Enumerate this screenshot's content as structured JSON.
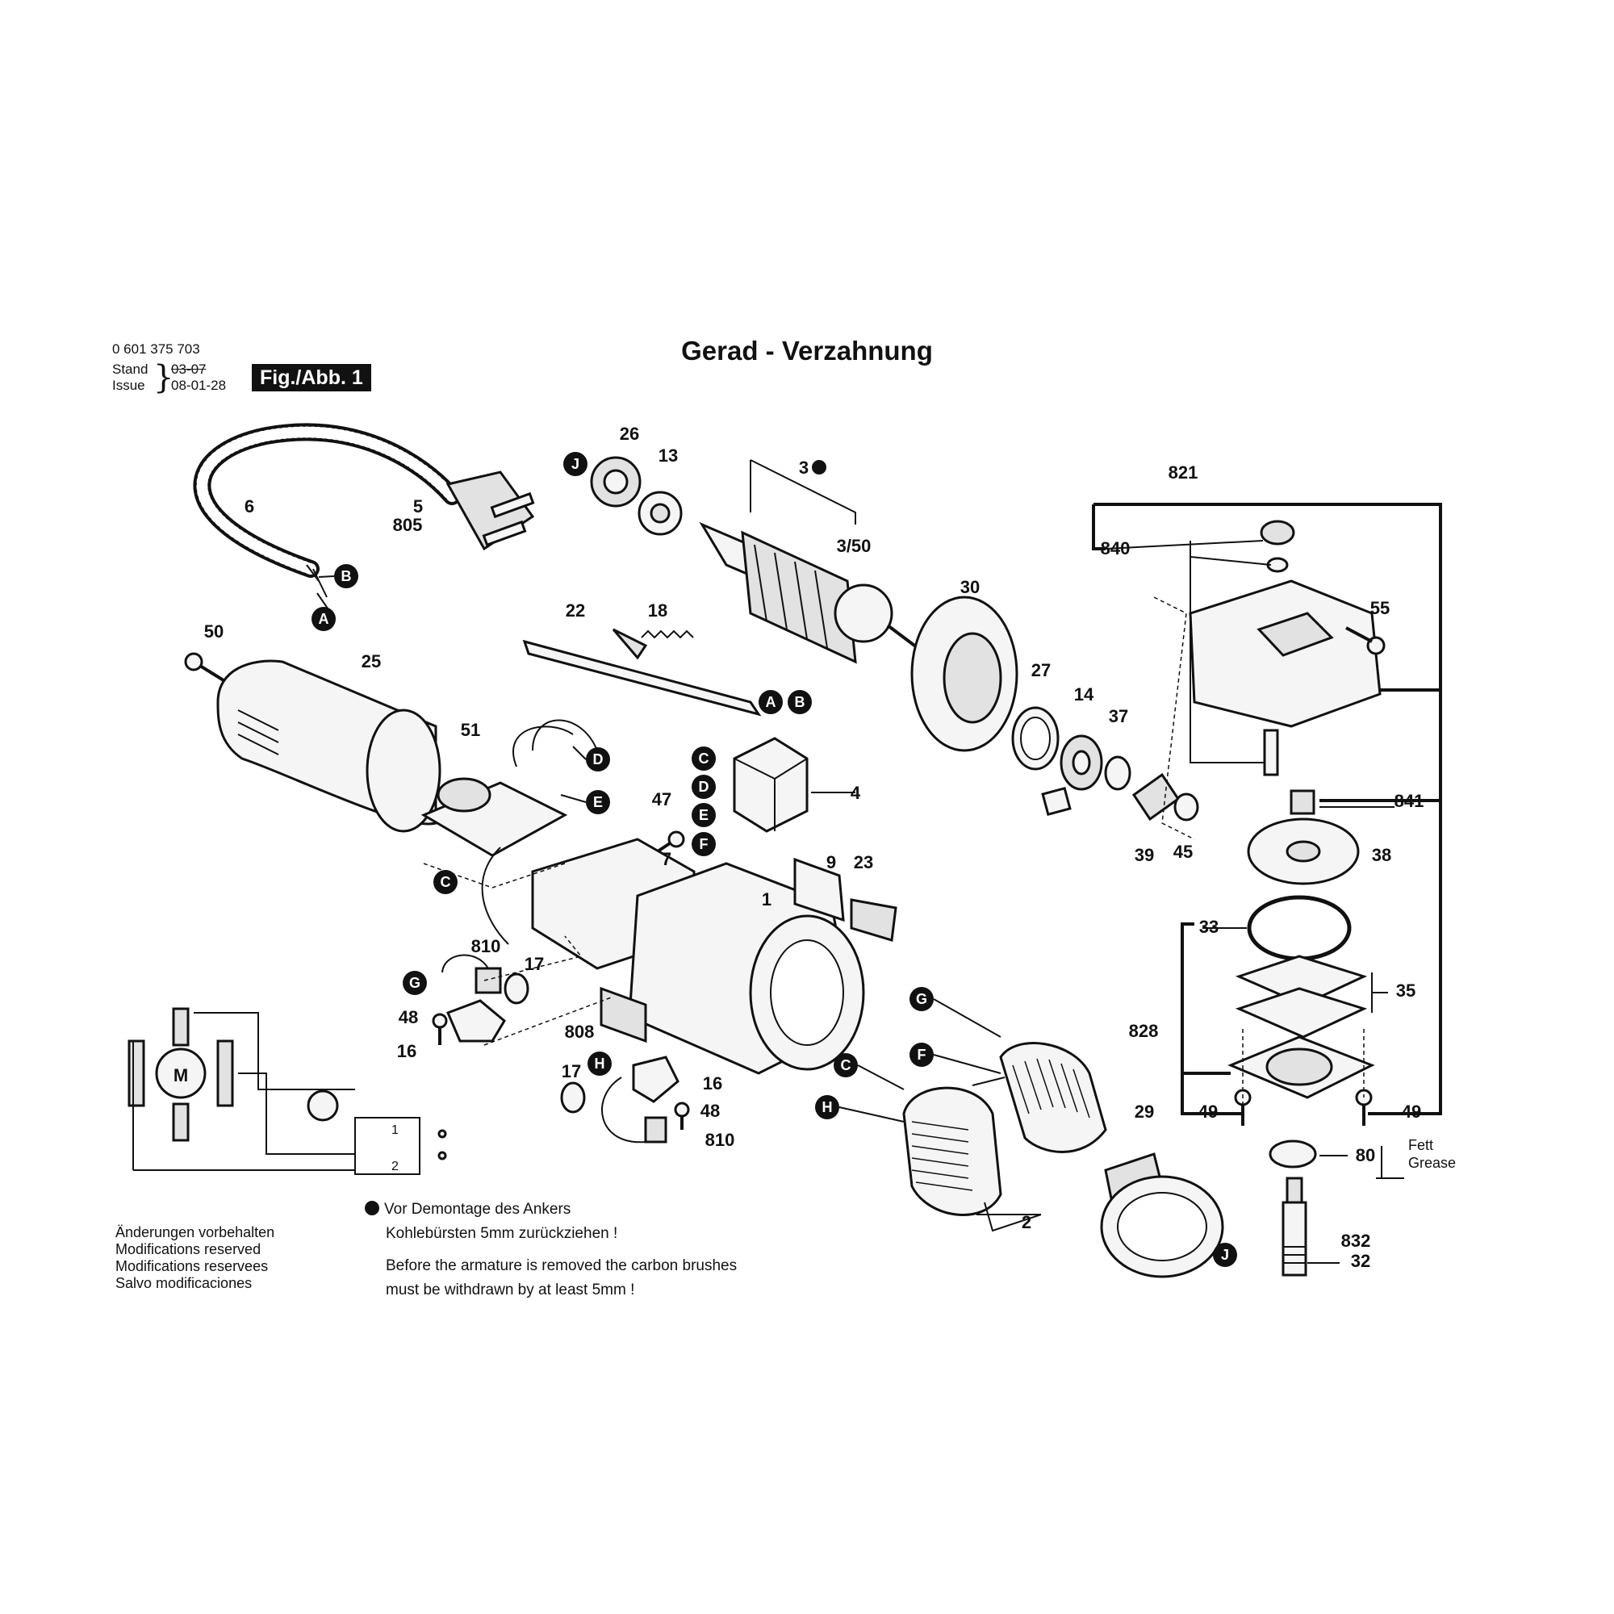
{
  "header": {
    "part_number": "0 601 375 703",
    "stand_label": "Stand",
    "stand_value": "03-07",
    "issue_label": "Issue",
    "issue_value": "08-01-28",
    "figure_badge": "Fig./Abb. 1"
  },
  "title": "Gerad - Verzahnung",
  "note": {
    "line1_de": "Vor Demontage des Ankers",
    "line2_de": "Kohlebürsten 5mm zurückziehen !",
    "line1_en": "Before the armature is removed the carbon brushes",
    "line2_en": "must be withdrawn by at least 5mm !"
  },
  "modifications": [
    "Änderungen vorbehalten",
    "Modifications reserved",
    "Modifications reservees",
    "Salvo modificaciones"
  ],
  "grease": {
    "de": "Fett",
    "en": "Grease"
  },
  "wiring": {
    "motor_letter": "M",
    "switch_1": "1",
    "switch_2": "2"
  },
  "part_labels": {
    "p26": "26",
    "p13": "13",
    "p3": "3",
    "p3_50": "3/50",
    "p6": "6",
    "p5": "5",
    "p805": "805",
    "p22": "22",
    "p18": "18",
    "p50": "50",
    "p25": "25",
    "p51": "51",
    "p30": "30",
    "p27": "27",
    "p14": "14",
    "p37": "37",
    "p39": "39",
    "p45": "45",
    "p4": "4",
    "p47": "47",
    "p7": "7",
    "p9": "9",
    "p23": "23",
    "p1": "1",
    "p810a": "810",
    "p17a": "17",
    "p48a": "48",
    "p16a": "16",
    "p808": "808",
    "p17b": "17",
    "p16b": "16",
    "p48b": "48",
    "p810b": "810",
    "p2": "2",
    "p29": "29",
    "p821": "821",
    "p840": "840",
    "p55": "55",
    "p841": "841",
    "p38": "38",
    "p33": "33",
    "p35": "35",
    "p828": "828",
    "p49a": "49",
    "p49b": "49",
    "p80": "80",
    "p832": "832",
    "p32": "32"
  },
  "connectors": {
    "cJ1": "J",
    "cB1": "B",
    "cA1": "A",
    "cA2": "A",
    "cB2": "B",
    "cC1": "C",
    "cD1": "D",
    "cE1": "E",
    "cF1": "F",
    "cD2": "D",
    "cE2": "E",
    "cC2": "C",
    "cG1": "G",
    "cH1": "H",
    "cG2": "G",
    "cF2": "F",
    "cC3": "C",
    "cH2": "H",
    "cJ2": "J"
  }
}
